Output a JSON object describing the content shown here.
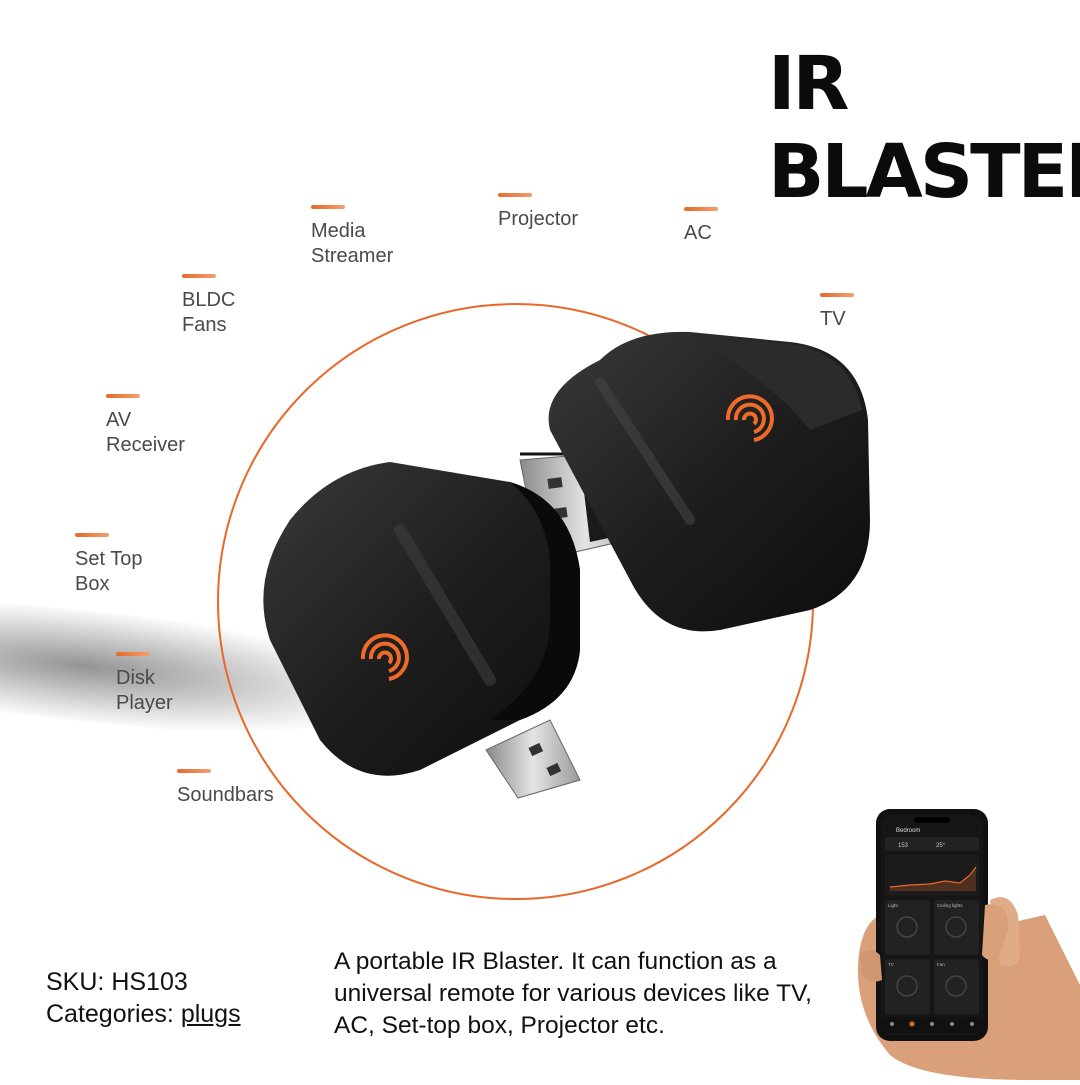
{
  "title": {
    "line1": "IR",
    "line2": "BLASTER"
  },
  "devices": [
    {
      "id": "media-streamer",
      "label": "Media\nStreamer"
    },
    {
      "id": "projector",
      "label": "Projector"
    },
    {
      "id": "ac",
      "label": "AC"
    },
    {
      "id": "bldc-fans",
      "label": "BLDC\nFans"
    },
    {
      "id": "tv",
      "label": "TV"
    },
    {
      "id": "av-receiver",
      "label": "AV\nReceiver"
    },
    {
      "id": "set-top-box",
      "label": "Set Top\nBox"
    },
    {
      "id": "disk-player",
      "label": "Disk\nPlayer"
    },
    {
      "id": "soundbars",
      "label": "Soundbars"
    }
  ],
  "product": {
    "sku_label": "SKU:",
    "sku": "HS103",
    "categories_label": "Categories:",
    "category": "plugs",
    "description": "A portable IR Blaster. It can function as a universal remote for various devices like TV, AC, Set-top box, Projector etc."
  },
  "colors": {
    "accent": "#e8682a",
    "device_body": "#1c1c1c",
    "text": "#111111"
  },
  "phone": {
    "room": "Bedroom",
    "temp_left": "153",
    "temp_right": "25°",
    "cards": [
      "Light",
      "Ceiling lights",
      "TV",
      "Fan"
    ]
  }
}
